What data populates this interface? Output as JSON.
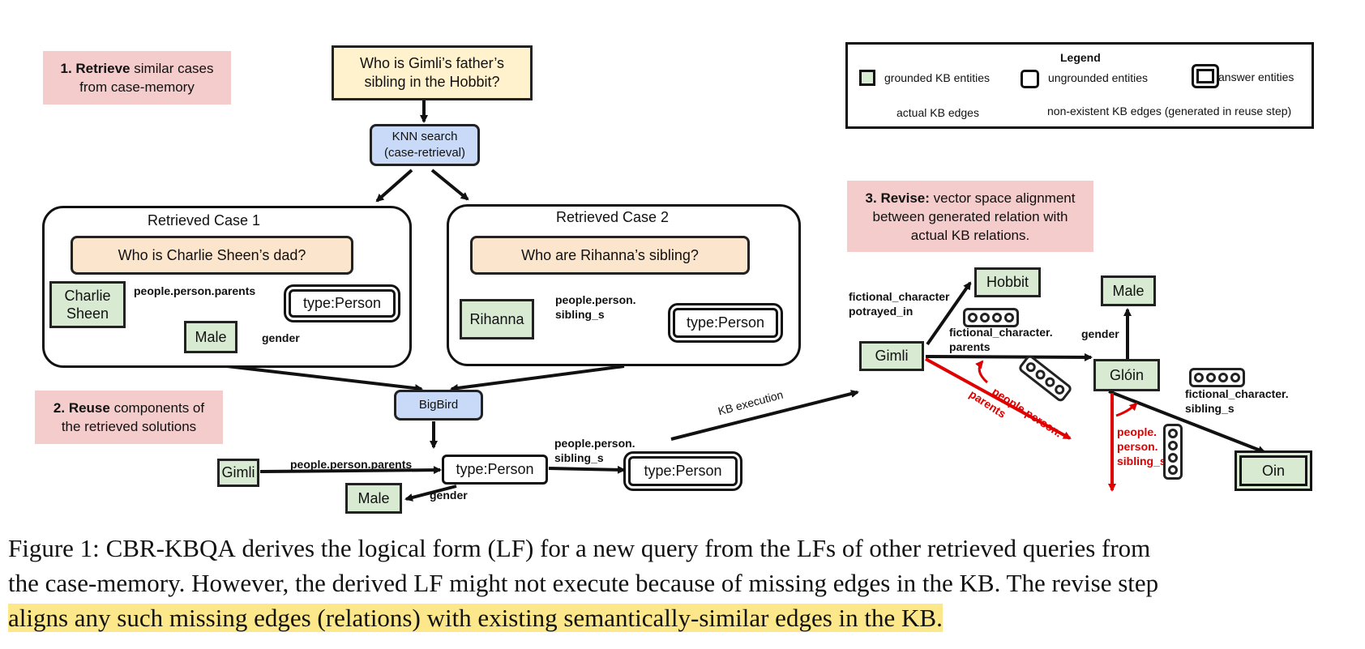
{
  "step1": {
    "num": "1.",
    "bold": "Retrieve",
    "rest": "similar cases",
    "line2": "from case-memory"
  },
  "step2": {
    "num": "2.",
    "bold": "Reuse",
    "rest": "components of",
    "line2": "the retrieved solutions"
  },
  "step3": {
    "num": "3.",
    "bold": "Revise:",
    "rest": "vector space alignment",
    "line2": "between generated relation with",
    "line3": "actual KB relations."
  },
  "query": {
    "line1": "Who is Gimli’s father’s",
    "line2": "sibling in the Hobbit?"
  },
  "knn": {
    "line1": "KNN search",
    "line2": "(case-retrieval)"
  },
  "bigbird": "BigBird",
  "case1": {
    "title": "Retrieved Case 1",
    "question": "Who is Charlie Sheen’s dad?",
    "entity_line1": "Charlie",
    "entity_line2": "Sheen",
    "relation": "people.person.parents",
    "answer": "type:Person",
    "male": "Male",
    "gender": "gender"
  },
  "case2": {
    "title": "Retrieved Case 2",
    "question": "Who are Rihanna’s sibling?",
    "entity": "Rihanna",
    "relation_line1": "people.person.",
    "relation_line2": "sibling_s",
    "answer": "type:Person"
  },
  "reuse": {
    "entity": "Gimli",
    "relation1": "people.person.parents",
    "mid": "type:Person",
    "male": "Male",
    "gender": "gender",
    "relation2_line1": "people.person.",
    "relation2_line2": "sibling_s",
    "answer": "type:Person"
  },
  "kb_execution": "KB execution",
  "legend": {
    "title": "Legend",
    "grounded": "grounded KB entities",
    "ungrounded": "ungrounded entities",
    "answer": "answer entities",
    "actual": "actual KB edges",
    "nonexistent": "non-existent KB edges (generated in reuse step)"
  },
  "revise_graph": {
    "gimli": "Gimli",
    "hobbit": "Hobbit",
    "male": "Male",
    "gloin": "Glóin",
    "oin": "Oin",
    "rel_portrayed_line1": "fictional_character",
    "rel_portrayed_line2": "potrayed_in",
    "rel_parents_line1": "fictional_character.",
    "rel_parents_line2": "parents",
    "rel_gender": "gender",
    "rel_sibling_line1": "fictional_character.",
    "rel_sibling_line2": "sibling_s",
    "red_parents_line1": "people.person.",
    "red_parents_line2": "parents",
    "red_sibling_line1": "people.",
    "red_sibling_line2": "person.",
    "red_sibling_line3": "sibling_s"
  },
  "caption": {
    "figure": "Figure 1:",
    "system": "CBR-KBQA",
    "rest1": "derives the logical form (LF) for a new query from the LFs of other retrieved queries from",
    "line2": "the case-memory. However, the derived LF might not execute because of missing edges in the KB. The revise step",
    "line3": "aligns any such missing edges (relations) with existing semantically-similar edges in the KB."
  },
  "colors": {
    "grounded": "#d9ead3",
    "query": "#fff2cc",
    "case_question": "#fce5cd",
    "step": "#f4cccc",
    "model": "#c9daf8",
    "nonexistent_edge": "#e00000",
    "highlight": "#fce88a"
  }
}
